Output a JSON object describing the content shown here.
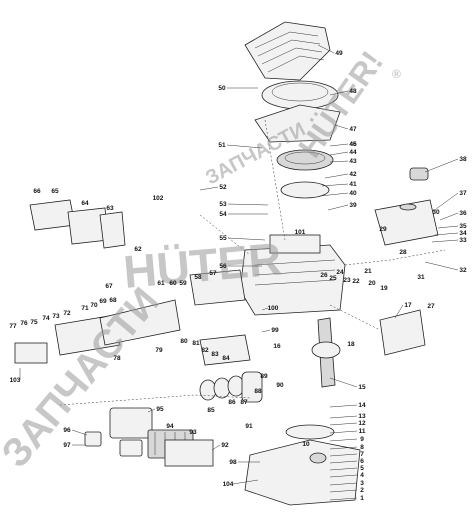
{
  "watermark": {
    "brand": "HÜTER",
    "diagonal": "ЗАПЧАСТИ",
    "diagonal2": "ЗАПЧАСТИ",
    "registered": "®"
  },
  "callouts": [
    "1",
    "2",
    "3",
    "4",
    "5",
    "6",
    "7",
    "8",
    "9",
    "10",
    "11",
    "12",
    "13",
    "14",
    "15",
    "16",
    "17",
    "18",
    "19",
    "20",
    "21",
    "22",
    "23",
    "24",
    "25",
    "26",
    "27",
    "28",
    "29",
    "30",
    "31",
    "32",
    "33",
    "34",
    "35",
    "36",
    "37",
    "38",
    "39",
    "40",
    "41",
    "42",
    "43",
    "44",
    "45",
    "46",
    "47",
    "48",
    "49",
    "50",
    "51",
    "52",
    "53",
    "54",
    "55",
    "56",
    "57",
    "58",
    "59",
    "60",
    "61",
    "62",
    "63",
    "64",
    "65",
    "66",
    "67",
    "68",
    "69",
    "70",
    "71",
    "72",
    "73",
    "74",
    "75",
    "76",
    "77",
    "78",
    "79",
    "80",
    "81",
    "82",
    "83",
    "84",
    "85",
    "86",
    "87",
    "88",
    "89",
    "90",
    "91",
    "92",
    "93",
    "94",
    "95",
    "96",
    "97",
    "98",
    "99",
    "100",
    "101",
    "102",
    "103",
    "104"
  ]
}
